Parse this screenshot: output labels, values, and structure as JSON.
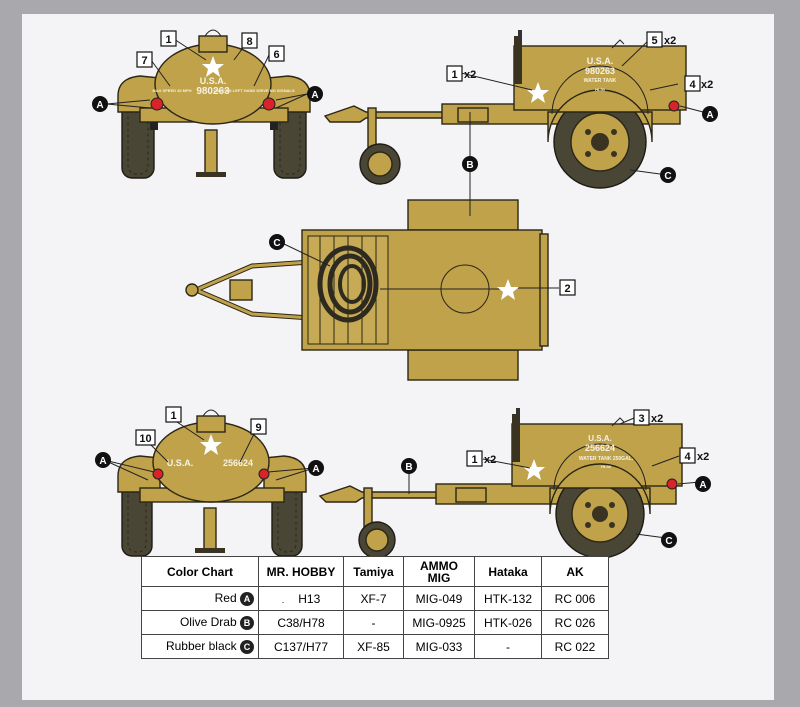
{
  "callouts": {
    "c1": "1",
    "c2": "2",
    "c3": "3",
    "c4": "4",
    "c5": "5",
    "c6": "6",
    "c7": "7",
    "c8": "8",
    "c9": "9",
    "c10": "10",
    "x2": "x2"
  },
  "paint_codes": {
    "a": "A",
    "b": "B",
    "c": "C"
  },
  "stencils": {
    "usa": "U.S.A.",
    "serial_1": "980263",
    "serial_2": "256624",
    "water_tank": "WATER TANK",
    "water_tank_2": "WATER TANK 250GAL.",
    "tank_small": "HL50",
    "max_speed": "MAX SPEED 40 MPH",
    "caution": "CAUTION LEFT HAND DRIVE NO SIGNALS"
  },
  "color_chart": {
    "headers": [
      "Color Chart",
      "MR. HOBBY",
      "Tamiya",
      "AMMO MIG",
      "Hataka",
      "AK"
    ],
    "rows": [
      {
        "name": "Red",
        "code": "A",
        "mr_hobby_prefix": ".",
        "mr_hobby": "H13",
        "tamiya": "XF-7",
        "ammo_mig": "MIG-049",
        "hataka": "HTK-132",
        "ak": "RC 006"
      },
      {
        "name": "Olive Drab",
        "code": "B",
        "mr_hobby_prefix": "",
        "mr_hobby": "C38/H78",
        "tamiya": "-",
        "ammo_mig": "MIG-0925",
        "hataka": "HTK-026",
        "ak": "RC 026"
      },
      {
        "name": "Rubber black",
        "code": "C",
        "mr_hobby_prefix": "",
        "mr_hobby": "C137/H77",
        "tamiya": "XF-85",
        "ammo_mig": "MIG-033",
        "hataka": "-",
        "ak": "RC 022"
      }
    ]
  },
  "colors": {
    "olive": "#bfa24a",
    "red": "#d8232a",
    "rubber": "#4a4636",
    "sheet": "#f4f3f6",
    "border": "#a9a9ad"
  }
}
